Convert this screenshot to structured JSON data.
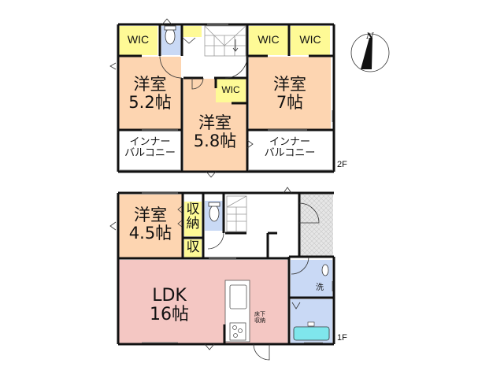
{
  "floor_plan": {
    "colors": {
      "bedroom": "#fdd5b1",
      "ldk": "#f4c7c3",
      "storage": "#fefa96",
      "wet_area": "#c9d9f5",
      "bathtub": "#7fe6ec",
      "balcony": "#ffffff",
      "porch": "#dcdcdc",
      "wall": "#111111"
    },
    "compass": {
      "label": "N"
    },
    "floor_2f": {
      "label": "2F",
      "rooms": [
        {
          "id": "wic-1",
          "label": "WIC"
        },
        {
          "id": "bedroom-5-2",
          "label_line1": "洋室",
          "label_line2": "5.2帖"
        },
        {
          "id": "wic-2",
          "label": "WIC"
        },
        {
          "id": "bedroom-5-8",
          "label_line1": "洋室",
          "label_line2": "5.8帖"
        },
        {
          "id": "wic-3",
          "label": "WIC"
        },
        {
          "id": "wic-4",
          "label": "WIC"
        },
        {
          "id": "bedroom-7",
          "label_line1": "洋室",
          "label_line2": "7帖"
        },
        {
          "id": "balcony-left",
          "label_line1": "インナー",
          "label_line2": "バルコニー"
        },
        {
          "id": "balcony-right",
          "label_line1": "インナー",
          "label_line2": "バルコニー"
        }
      ]
    },
    "floor_1f": {
      "label": "1F",
      "rooms": [
        {
          "id": "bedroom-4-5",
          "label_line1": "洋室",
          "label_line2": "4.5帖"
        },
        {
          "id": "storage-1",
          "label_line1": "収",
          "label_line2": "納"
        },
        {
          "id": "storage-2",
          "label": "収"
        },
        {
          "id": "ldk",
          "label_line1": "LDK",
          "label_line2": "16帖"
        },
        {
          "id": "underfloor-storage",
          "label_line1": "床下",
          "label_line2": "収納"
        },
        {
          "id": "washroom",
          "label": "洗"
        }
      ]
    }
  }
}
